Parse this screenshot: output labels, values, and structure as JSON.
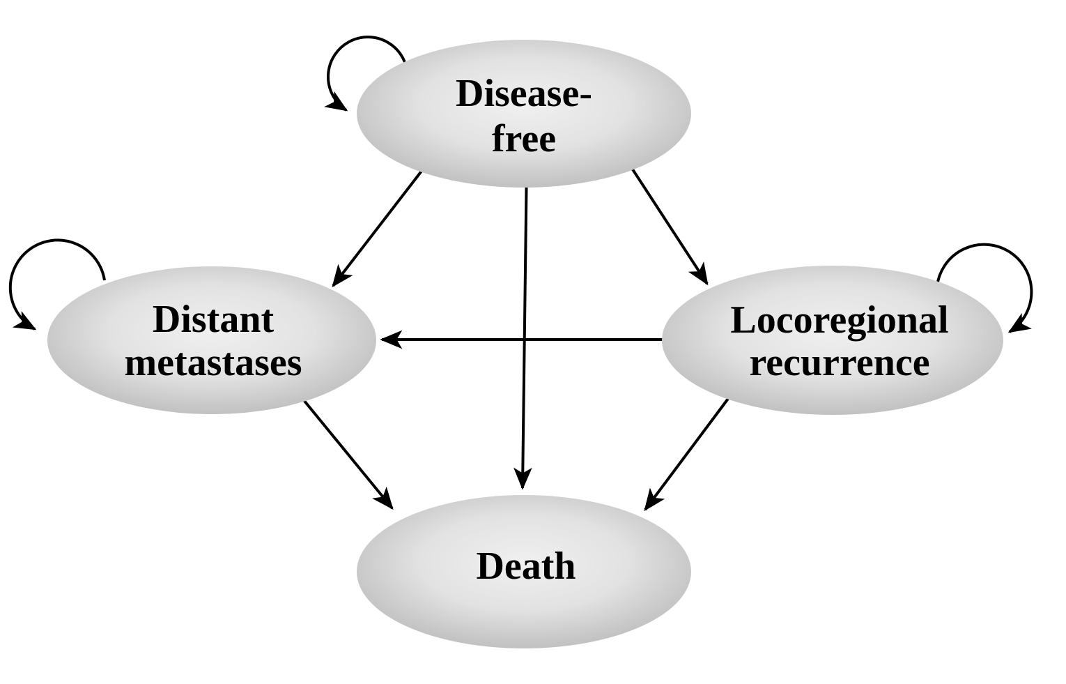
{
  "diagram": {
    "type": "markov-state-transition-diagram",
    "background": "#ffffff",
    "nodes": [
      {
        "id": "disease-free",
        "label": "Disease-free",
        "lines": [
          "Disease-",
          "free"
        ]
      },
      {
        "id": "distant-metastases",
        "label": "Distant metastases",
        "lines": [
          "Distant",
          "metastases"
        ]
      },
      {
        "id": "locoregional-recurrence",
        "label": "Locoregional recurrence",
        "lines": [
          "Locoregional",
          "recurrence"
        ]
      },
      {
        "id": "death",
        "label": "Death",
        "lines": [
          "Death"
        ]
      }
    ],
    "edges": [
      {
        "from": "disease-free",
        "to": "disease-free",
        "type": "self-loop"
      },
      {
        "from": "disease-free",
        "to": "distant-metastases",
        "type": "arrow"
      },
      {
        "from": "disease-free",
        "to": "locoregional-recurrence",
        "type": "arrow"
      },
      {
        "from": "disease-free",
        "to": "death",
        "type": "arrow"
      },
      {
        "from": "distant-metastases",
        "to": "distant-metastases",
        "type": "self-loop"
      },
      {
        "from": "distant-metastases",
        "to": "death",
        "type": "arrow"
      },
      {
        "from": "locoregional-recurrence",
        "to": "locoregional-recurrence",
        "type": "self-loop"
      },
      {
        "from": "locoregional-recurrence",
        "to": "distant-metastases",
        "type": "arrow"
      },
      {
        "from": "locoregional-recurrence",
        "to": "death",
        "type": "arrow"
      }
    ],
    "colors": {
      "node_fill_center": "#f0f0f0",
      "node_fill_mid": "#e2e2e2",
      "node_fill_edge": "#b9b9b9",
      "line": "#000000",
      "text": "#000000",
      "background": "#ffffff"
    }
  }
}
